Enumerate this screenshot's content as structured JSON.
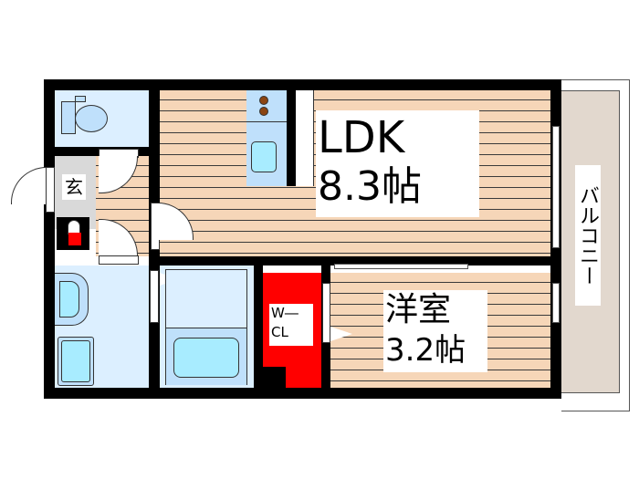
{
  "plan": {
    "rooms": {
      "ldk": {
        "name": "LDK",
        "size": "8.3帖"
      },
      "western": {
        "name": "洋室",
        "size": "3.2帖"
      },
      "wcl": {
        "line1": "W―",
        "line2": "CL"
      },
      "entrance": {
        "name": "玄"
      },
      "balcony": {
        "name": "バルコニー"
      }
    },
    "colors": {
      "wall": "#000000",
      "floor_wood": "#f6d6b8",
      "wet_area": "#dcefff",
      "fixture_blue": "#bfe0fb",
      "fixture_cyan": "#a8ecff",
      "closet_red": "#ff0000",
      "balcony": "#e2d8ce",
      "entrance_tile": "#d9d9d9",
      "stove_burner": "#8b4513"
    }
  }
}
